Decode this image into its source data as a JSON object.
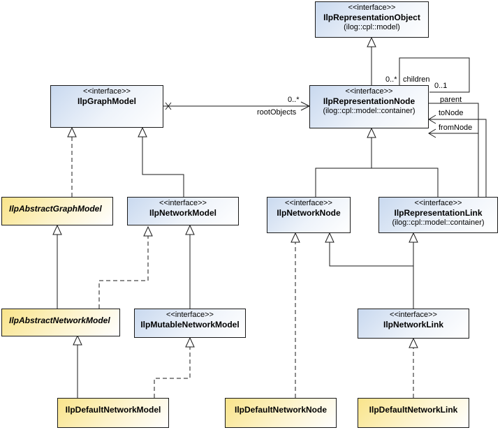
{
  "classes": {
    "representation_object": {
      "stereotype": "<<interface>>",
      "name": "IlpRepresentationObject",
      "package": "(ilog::cpl::model)"
    },
    "graph_model": {
      "stereotype": "<<interface>>",
      "name": "IlpGraphModel"
    },
    "representation_node": {
      "stereotype": "<<interface>>",
      "name": "IlpRepresentationNode",
      "package": "(ilog::cpl::model::container)"
    },
    "abstract_graph_model": {
      "name": "IlpAbstractGraphModel"
    },
    "network_model": {
      "stereotype": "<<interface>>",
      "name": "IlpNetworkModel"
    },
    "network_node": {
      "stereotype": "<<interface>>",
      "name": "IlpNetworkNode"
    },
    "representation_link": {
      "stereotype": "<<interface>>",
      "name": "IlpRepresentationLink",
      "package": "(ilog::cpl::model::container)"
    },
    "abstract_network_model": {
      "name": "IlpAbstractNetworkModel"
    },
    "mutable_network_model": {
      "stereotype": "<<interface>>",
      "name": "IlpMutableNetworkModel"
    },
    "network_link": {
      "stereotype": "<<interface>>",
      "name": "IlpNetworkLink"
    },
    "default_network_model": {
      "name": "IlpDefaultNetworkModel"
    },
    "default_network_node": {
      "name": "IlpDefaultNetworkNode"
    },
    "default_network_link": {
      "name": "IlpDefaultNetworkLink"
    }
  },
  "labels": {
    "children_mult_top": "0..*",
    "children_role": "children",
    "children_mult_bottom": "0..1",
    "root_mult": "0..*",
    "root_role": "rootObjects",
    "parent": "parent",
    "to_node": "toNode",
    "from_node": "fromNode"
  },
  "colors": {
    "interface_fill": "#c9d9ef",
    "implementation_fill": "#f9e48a",
    "line": "#1a1a1a"
  }
}
